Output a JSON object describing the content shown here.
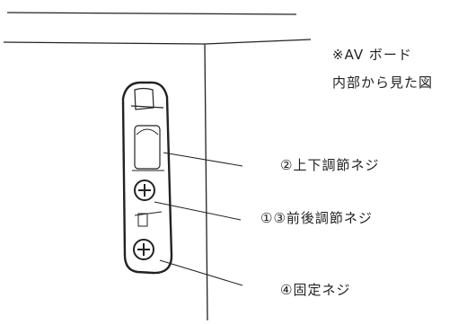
{
  "caption": {
    "line1": "※AV ボード",
    "line2": "内部から見た図"
  },
  "labels": {
    "vertical_adjust": "②上下調節ネジ",
    "front_back_adjust": "①③前後調節ネジ",
    "fixing_screw": "④固定ネジ"
  }
}
